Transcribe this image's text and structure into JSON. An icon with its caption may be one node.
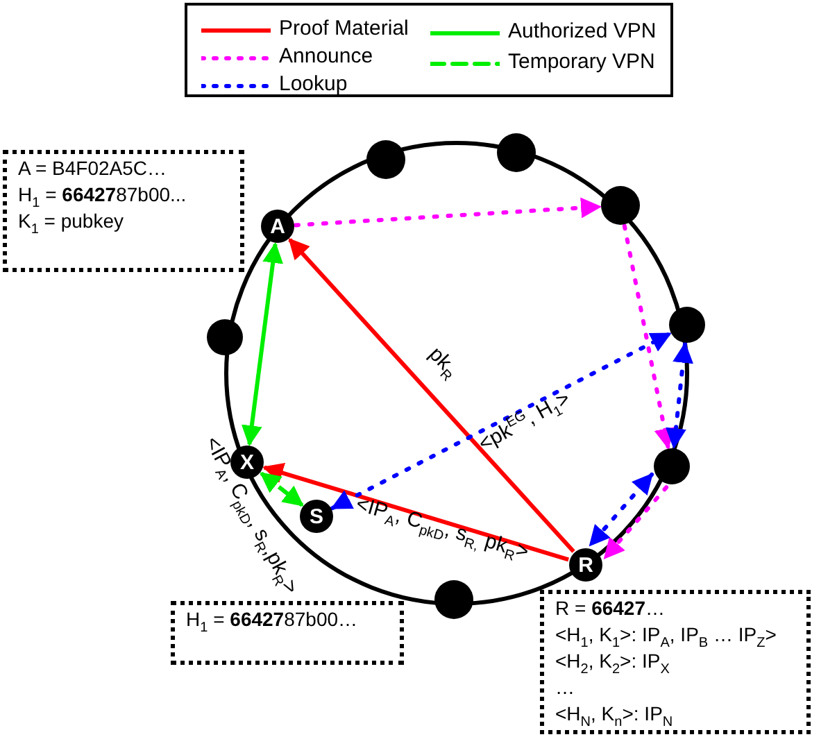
{
  "diagram": {
    "nodes": [
      {
        "text": [
          "A = B4F02A5C…",
          "H$_{1}$ = **66427**87b00...",
          "K$_{1}$ = pubkey"
        ]
      },
      {
        "text": [
          "A"
        ]
      },
      {
        "text": [],
        "shape": "circle"
      },
      {
        "text": [],
        "shape": "circle"
      },
      {
        "text": [],
        "shape": "circle"
      },
      {
        "text": [],
        "shape": "circle"
      },
      {
        "text": [],
        "shape": "circle"
      },
      {
        "text": [
          "X"
        ]
      },
      {
        "text": [],
        "shape": "circle"
      },
      {
        "text": [
          "S"
        ]
      },
      {
        "text": [
          "R"
        ]
      },
      {
        "text": [],
        "shape": "circle"
      },
      {
        "text": [
          "H$_{1}$ = **66427**87b00…"
        ]
      },
      {
        "text": [
          "R = **66427**…",
          "<H$_{1}$, K$_{1}$>: IP$_{A}$, IP$_{B}$ … IP$_{Z}$>",
          "<H$_{2}$, K$_{2}$>: IP$_{X}$",
          "…",
          "<H$_{N}$, K$_{n}$>: IP$_{N}$"
        ]
      }
    ],
    "edges": [
      {
        "from": 10,
        "to": 1,
        "arrow": "to",
        "color": "#ff0000",
        "label": "pk$_{R}$"
      },
      {
        "from": 10,
        "to": 7,
        "arrow": "to",
        "color": "#ff0000",
        "label": "<IP$_{A}$, C$_{pkD}$, s$_{R,}$ pk$_{R}$>"
      },
      {
        "from": 1,
        "to": 4,
        "arrow": "to",
        "color": "#ff00ff",
        "style": "dashed"
      },
      {
        "from": 4,
        "to": 8,
        "arrow": "to",
        "color": "#ff00ff",
        "style": "dashed"
      },
      {
        "from": 8,
        "to": 10,
        "arrow": "to",
        "color": "#ff00ff",
        "style": "dashed"
      },
      {
        "from": 9,
        "to": 5,
        "arrow": "both",
        "color": "#0000ff",
        "style": "dashed",
        "label": "<pk$^{EG}$, H$_{1}$>"
      },
      {
        "from": 5,
        "to": 8,
        "arrow": "both",
        "color": "#0000ff",
        "style": "dashed"
      },
      {
        "from": 8,
        "to": 10,
        "arrow": "both",
        "color": "#0000ff",
        "style": "dashed"
      },
      {
        "from": 1,
        "to": 7,
        "arrow": "both",
        "color": "#00ee00"
      },
      {
        "from": 7,
        "to": 9,
        "arrow": "both",
        "color": "#00ee00",
        "style": "dashed",
        "label": "<IP$_{A}$, C$_{pkD}$, s$_{R}$,pk$_{R}$>"
      }
    ],
    "legend": [
      {
        "text": "Proof Material"
      },
      {
        "text": "Announce"
      },
      {
        "text": "Lookup"
      },
      {
        "text": "Authorized VPN"
      },
      {
        "text": "Temporary VPN"
      }
    ]
  }
}
